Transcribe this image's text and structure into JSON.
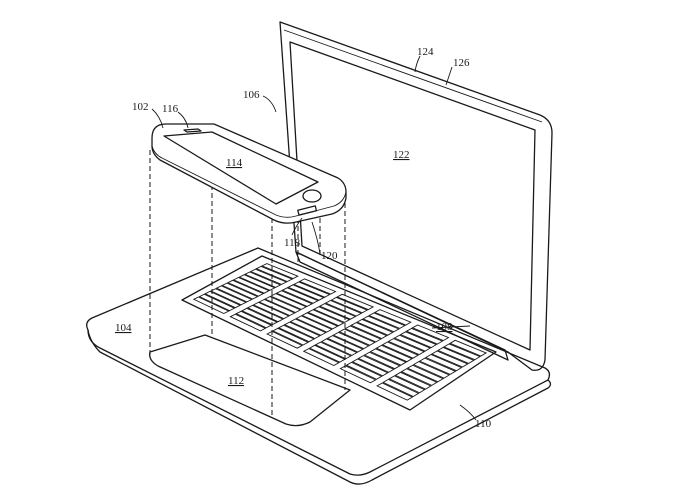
{
  "labels": {
    "l102": "102",
    "l116": "116",
    "l106": "106",
    "l124": "124",
    "l126": "126",
    "l114": "114",
    "l122": "122",
    "l118": "118",
    "l120": "120",
    "l104": "104",
    "l108": "108",
    "l112": "112",
    "l110": "110"
  },
  "colors": {
    "ink": "#1a1a1a",
    "paper": "#ffffff"
  }
}
